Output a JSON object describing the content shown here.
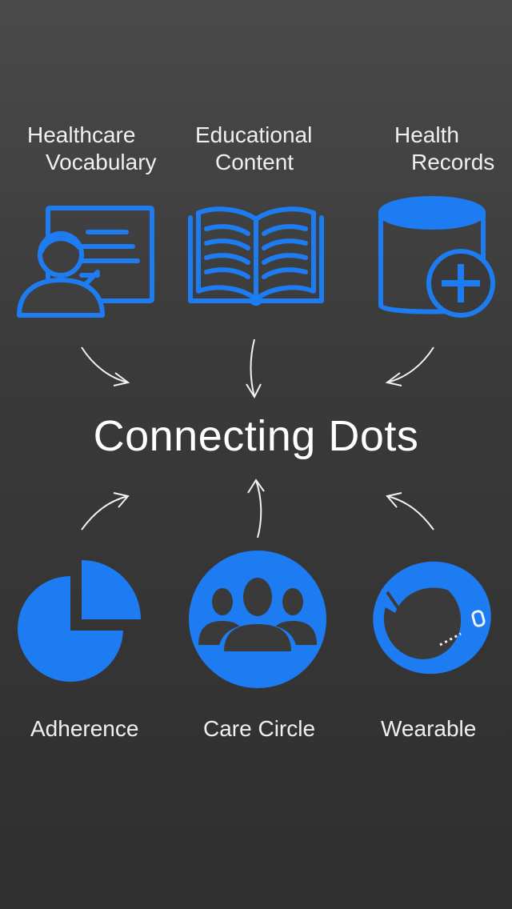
{
  "top_items": [
    {
      "line1": "Healthcare",
      "line2": "Vocabulary",
      "icon": "teacher-board-icon"
    },
    {
      "line1": "Educational",
      "line2": "Content",
      "icon": "open-book-icon"
    },
    {
      "line1": "Health",
      "line2": "Records",
      "icon": "database-plus-icon"
    }
  ],
  "title": "Connecting Dots",
  "bottom_items": [
    {
      "label": "Adherence",
      "icon": "pie-chart-icon"
    },
    {
      "label": "Care Circle",
      "icon": "group-people-icon"
    },
    {
      "label": "Wearable",
      "icon": "wristband-icon"
    }
  ],
  "colors": {
    "accent": "#1e7cf2",
    "background": "#3a3a3a",
    "text": "#f0f0f0"
  }
}
